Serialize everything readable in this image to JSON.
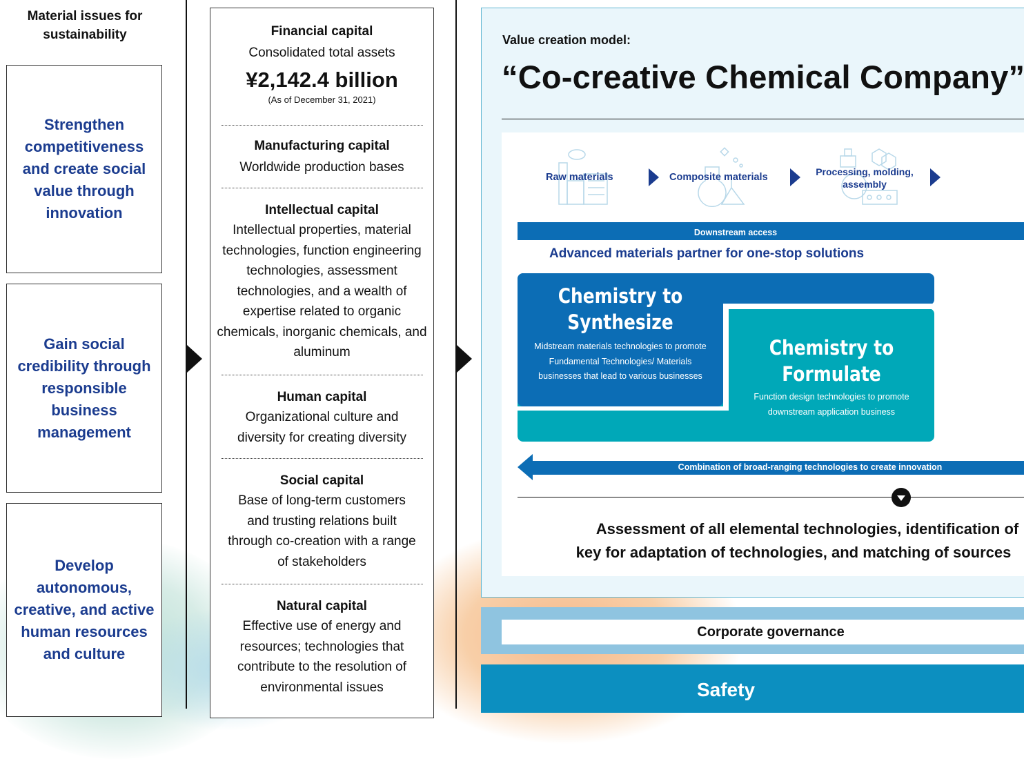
{
  "material_issues": {
    "heading": "Material issues for sustainability",
    "items": [
      "Strengthen competitiveness and create social value through innovation",
      "Gain social credibility through responsible business management",
      "Develop autonomous, creative, and active human resources and culture"
    ]
  },
  "capitals": {
    "financial": {
      "title": "Financial capital",
      "line1": "Consolidated total assets",
      "amount": "¥2,142.4 billion",
      "note": "(As of December 31, 2021)"
    },
    "manufacturing": {
      "title": "Manufacturing capital",
      "body": "Worldwide production bases"
    },
    "intellectual": {
      "title": "Intellectual capital",
      "body": "Intellectual properties, material technologies, function engineering technologies, assessment technologies, and a wealth of expertise related to organic chemicals, inorganic chemicals, and aluminum"
    },
    "human": {
      "title": "Human capital",
      "body": "Organizational culture and diversity for creating diversity"
    },
    "social": {
      "title": "Social capital",
      "body": "Base of long-term customers and trusting relations built through co-creation with a range of stakeholders"
    },
    "natural": {
      "title": "Natural capital",
      "body": "Effective use of energy and resources; technologies that contribute to the resolution of environmental issues"
    }
  },
  "value_model": {
    "label": "Value creation model:",
    "title": "“Co-creative Chemical Company”",
    "flow": [
      "Raw materials",
      "Composite materials",
      "Processing, molding, assembly"
    ],
    "downstream": "Downstream access",
    "partner": "Advanced materials partner for one-stop solutions",
    "synth_title": "Chemistry to Synthesize",
    "synth_desc": "Midstream materials technologies to promote Fundamental Technologies/ Materials businesses that lead to various businesses",
    "form_title": "Chemistry to Formulate",
    "form_desc": "Function design technologies to promote downstream application business",
    "combination": "Combination of broad-ranging technologies to create innovation",
    "assessment_1": "Assessment of all elemental technologies, identification of",
    "assessment_2": "key for adaptation of technologies, and matching of sources"
  },
  "governance": "Corporate governance",
  "safety": "Safety",
  "colors": {
    "navy": "#1b3c8f",
    "blue": "#0c6db5",
    "teal": "#00a8b8",
    "light_blue_bg": "#eaf6fb",
    "gov_band": "#8fc4e0",
    "safety": "#0c8fc0"
  }
}
